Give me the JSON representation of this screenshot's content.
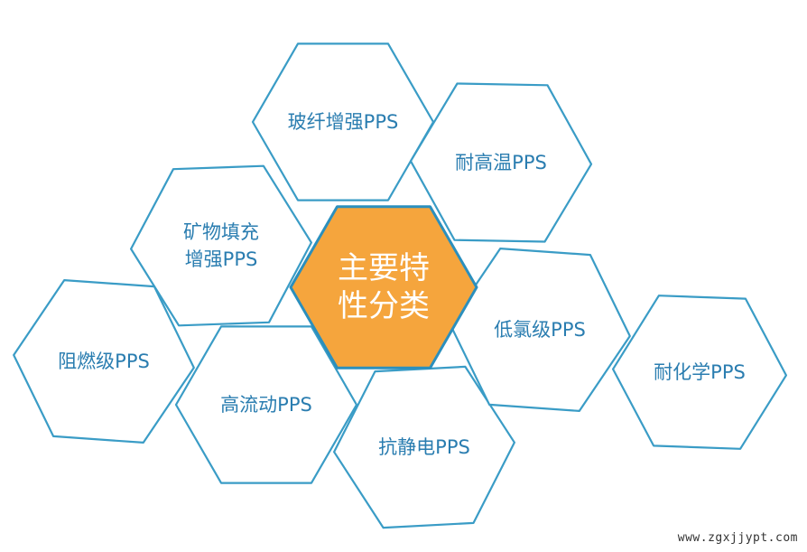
{
  "center": {
    "lines": [
      "主要特",
      "性分类"
    ],
    "fill": "#f5a53d",
    "stroke": "#2b8fbd"
  },
  "colors": {
    "hex_stroke": "#3a9cc6",
    "text": "#2a7db0"
  },
  "hexes": [
    {
      "id": "glass-fiber",
      "lines": [
        "玻纤增强PPS"
      ]
    },
    {
      "id": "high-temp",
      "lines": [
        "耐高温PPS"
      ]
    },
    {
      "id": "mineral",
      "lines": [
        "矿物填充",
        "增强PPS"
      ]
    },
    {
      "id": "flame-retardant",
      "lines": [
        "阻燃级PPS"
      ]
    },
    {
      "id": "high-flow",
      "lines": [
        "高流动PPS"
      ]
    },
    {
      "id": "antistatic",
      "lines": [
        "抗静电PPS"
      ]
    },
    {
      "id": "low-chlorine",
      "lines": [
        "低氯级PPS"
      ]
    },
    {
      "id": "chemical-resistant",
      "lines": [
        "耐化学PPS"
      ]
    }
  ],
  "watermark": "www.zgxjjypt.com"
}
